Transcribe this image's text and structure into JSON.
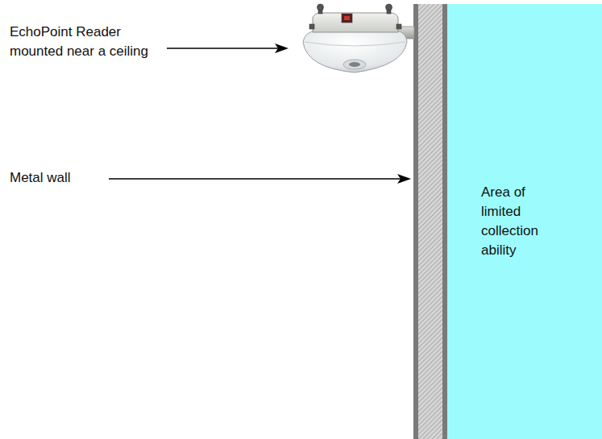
{
  "diagram": {
    "nodes": [
      {
        "text": [
          "Area of limited collection ability"
        ]
      }
    ],
    "labels": [
      "EchoPoint Reader mounted near a ceiling",
      "Metal wall"
    ]
  }
}
